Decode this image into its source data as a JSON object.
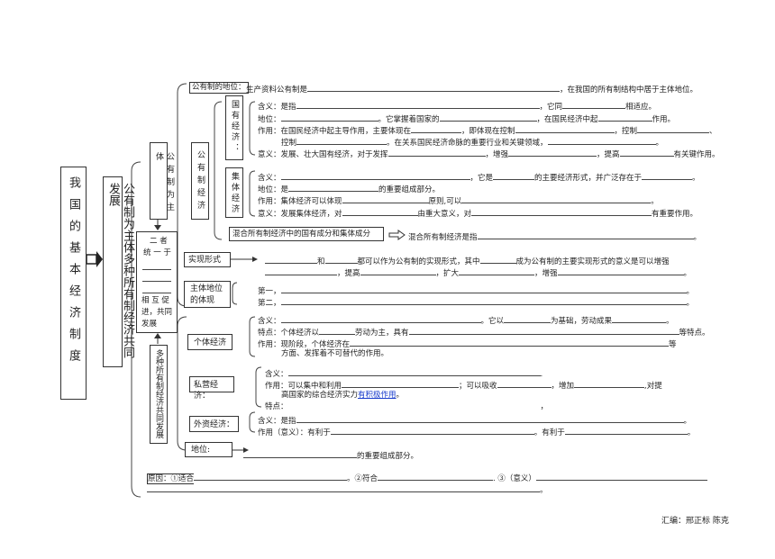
{
  "title_chars": "我国的基本经济制度",
  "main_theme": "公有制为主体多种所有制经济共同发展",
  "public_subject": "公有制为主体",
  "public_econ": "公有制经济",
  "state_owned": "国有经济：",
  "collective": "集体经济",
  "relation_box": {
    "l1": "二 者",
    "l2": "统 一 于",
    "l3": "相 互 促",
    "l4": "进，共同",
    "l5": "发展"
  },
  "multi_own": "多种所有制经济共同发展",
  "status_label": "公有制的地位：",
  "status_text_a": "生产资料公有制是",
  "status_text_b": "，在我国的所有制结构中居于主体地位。",
  "state": {
    "l1a": "含义：是指",
    "l1b": "，它同",
    "l1c": "相适应。",
    "l2a": "地位：",
    "l2b": "。它掌握着国家的",
    "l2c": "，在国民经济中起",
    "l2d": "作用。",
    "l3a": "作用：在国民经济中起主导作用，主要体现在",
    "l3b": "，即体现在控制",
    "l3c": "，控制",
    "l3d": "、",
    "l4a": "控制",
    "l4b": "。在关系国民经济命脉的重要行业和关键领域，",
    "l4c": "。",
    "l5a": "意义：发展、壮大国有经济，对于发挥",
    "l5b": "，增强",
    "l5c": "，提高",
    "l5d": "有关键作用。"
  },
  "coll": {
    "l1a": "含义：",
    "l1b": "，它是",
    "l1c": "的主要经济形式，并广泛存在于",
    "l1d": "。",
    "l2a": "地位：是",
    "l2b": "的重要组成部分。",
    "l3a": "作用：集体经济可以体现",
    "l3b": "原则,可以",
    "l3c": "。",
    "l4a": "意义：发展集体经济，对",
    "l4b": "由重大意义，对",
    "l4c": "有重要作用。"
  },
  "mixed_box": "混合所有制经济中的国有成分和集体成分",
  "mixed_text": "混合所有制经济是指",
  "realize_label": "实现形式",
  "realize": {
    "a": "和",
    "b": "都可以作为公有制的实现形式，其中",
    "c": "成为公有制的主要实现形式的意义是可以增强",
    "d": "，提高",
    "e": "，扩大",
    "f": "，增强",
    "g": "。"
  },
  "subject_label": "主体地位的体现",
  "subject": {
    "a": "第一，",
    "b": "第二，"
  },
  "indiv_label": "个体经济",
  "indiv": {
    "l1a": "含义：",
    "l1b": "。它以",
    "l1c": "为基础，劳动成果",
    "l2a": "特点：个体经济以",
    "l2b": "劳动为主，具有",
    "l2c": "等特点。",
    "l3a": "作用：现阶段，个体经济在",
    "l3b": "等",
    "l4": "方面、发挥着不可替代的作用。"
  },
  "private_label": "私营经济：",
  "priv": {
    "l1a": "含义：",
    "l1b": ".",
    "l2a": "作用：可以集中和利用",
    "l2b": "；可以吸收",
    "l2c": "，增加",
    "l2d": ",对提",
    "l3a": "高国家的综合经济实力",
    "l3b": "有积极作用",
    "l4": "特点："
  },
  "foreign_label": "外资经济：",
  "foreign": {
    "l1a": "含义：是指",
    "l1b": "。",
    "l2a": "作用（意义）：有利于",
    "l2b": "。有利于",
    "l2c": "。"
  },
  "position_label": "地位:",
  "position_text": "的重要组成部分。",
  "reason": {
    "a": "原因：①适合",
    "b": "。②符合",
    "c": ". ③（意义）",
    "d": "。"
  },
  "footer": "汇编：邢正标 陈克"
}
